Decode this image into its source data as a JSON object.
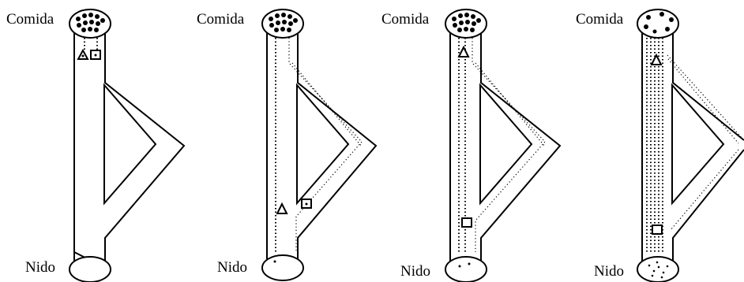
{
  "panels": [
    {
      "id": "p1",
      "food_label": "Comida",
      "nest_label": "Nido"
    },
    {
      "id": "p2",
      "food_label": "Comida",
      "nest_label": "Nido"
    },
    {
      "id": "p3",
      "food_label": "Comida",
      "nest_label": "Nido"
    },
    {
      "id": "p4",
      "food_label": "Comida",
      "nest_label": "Nido"
    }
  ]
}
